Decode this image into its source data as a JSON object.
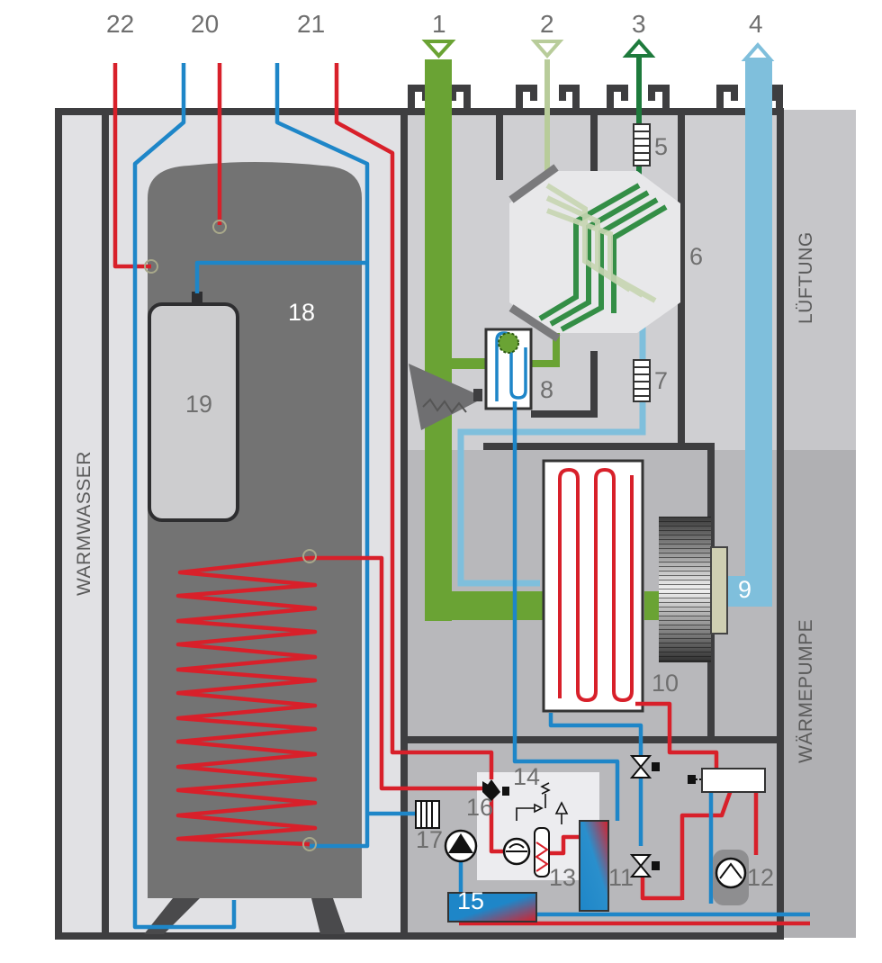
{
  "sections": {
    "warmwasser": "WARMWASSER",
    "lueftung": "LÜFTUNG",
    "waermepumpe": "WÄRMEPUMPE"
  },
  "connections": [
    "22",
    "20",
    "21",
    "1",
    "2",
    "3",
    "4"
  ],
  "components": {
    "c5": "5",
    "c6": "6",
    "c7": "7",
    "c8": "8",
    "c9": "9",
    "c10": "10",
    "c11": "11",
    "c12": "12",
    "c13": "13",
    "c14": "14",
    "c15": "15",
    "c16": "16",
    "c17": "17",
    "c18": "18",
    "c19": "19"
  },
  "colors": {
    "hot_water": "#d8202a",
    "cold_water": "#1e86c8",
    "outdoor_air": "#6aa334",
    "supply_air": "#b8cc9a",
    "exhaust_air": "#1e7a3c",
    "extract_air": "#7fbfdc",
    "tank": "#737373",
    "housing_wall": "#3e3e40"
  }
}
